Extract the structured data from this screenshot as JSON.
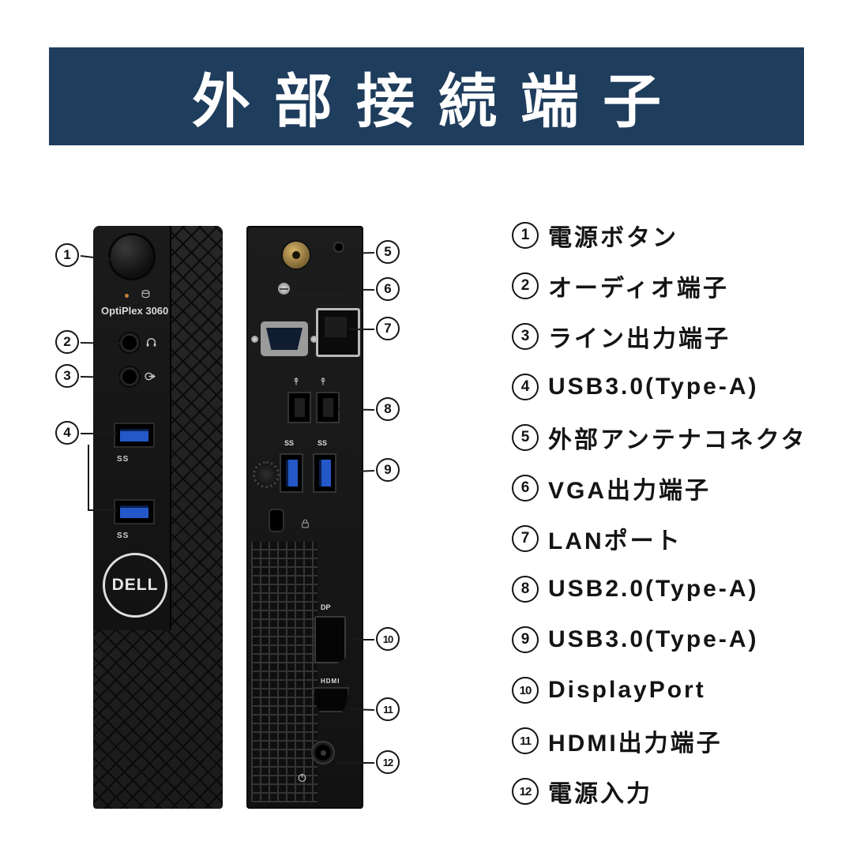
{
  "banner": {
    "title": "外部接続端子"
  },
  "device": {
    "model": "OptiPlex 3060",
    "brand": "DELL",
    "usb3_marking": "SS",
    "hdmi_label": "HDMI",
    "dp_logo": "DP"
  },
  "legend": {
    "items": [
      {
        "num": "1",
        "label": "電源ボタン"
      },
      {
        "num": "2",
        "label": "オーディオ端子"
      },
      {
        "num": "3",
        "label": "ライン出力端子"
      },
      {
        "num": "4",
        "label": "USB3.0(Type-A)"
      },
      {
        "num": "5",
        "label": "外部アンテナコネクタ"
      },
      {
        "num": "6",
        "label": "VGA出力端子"
      },
      {
        "num": "7",
        "label": "LANポート"
      },
      {
        "num": "8",
        "label": "USB2.0(Type-A)"
      },
      {
        "num": "9",
        "label": "USB3.0(Type-A)"
      },
      {
        "num": "10",
        "label": "DisplayPort"
      },
      {
        "num": "11",
        "label": "HDMI出力端子"
      },
      {
        "num": "12",
        "label": "電源入力"
      }
    ]
  },
  "colors": {
    "banner_bg": "#1f3d5c",
    "usb3_blue": "#2458c8",
    "antenna_gold": "#c2a35a"
  }
}
